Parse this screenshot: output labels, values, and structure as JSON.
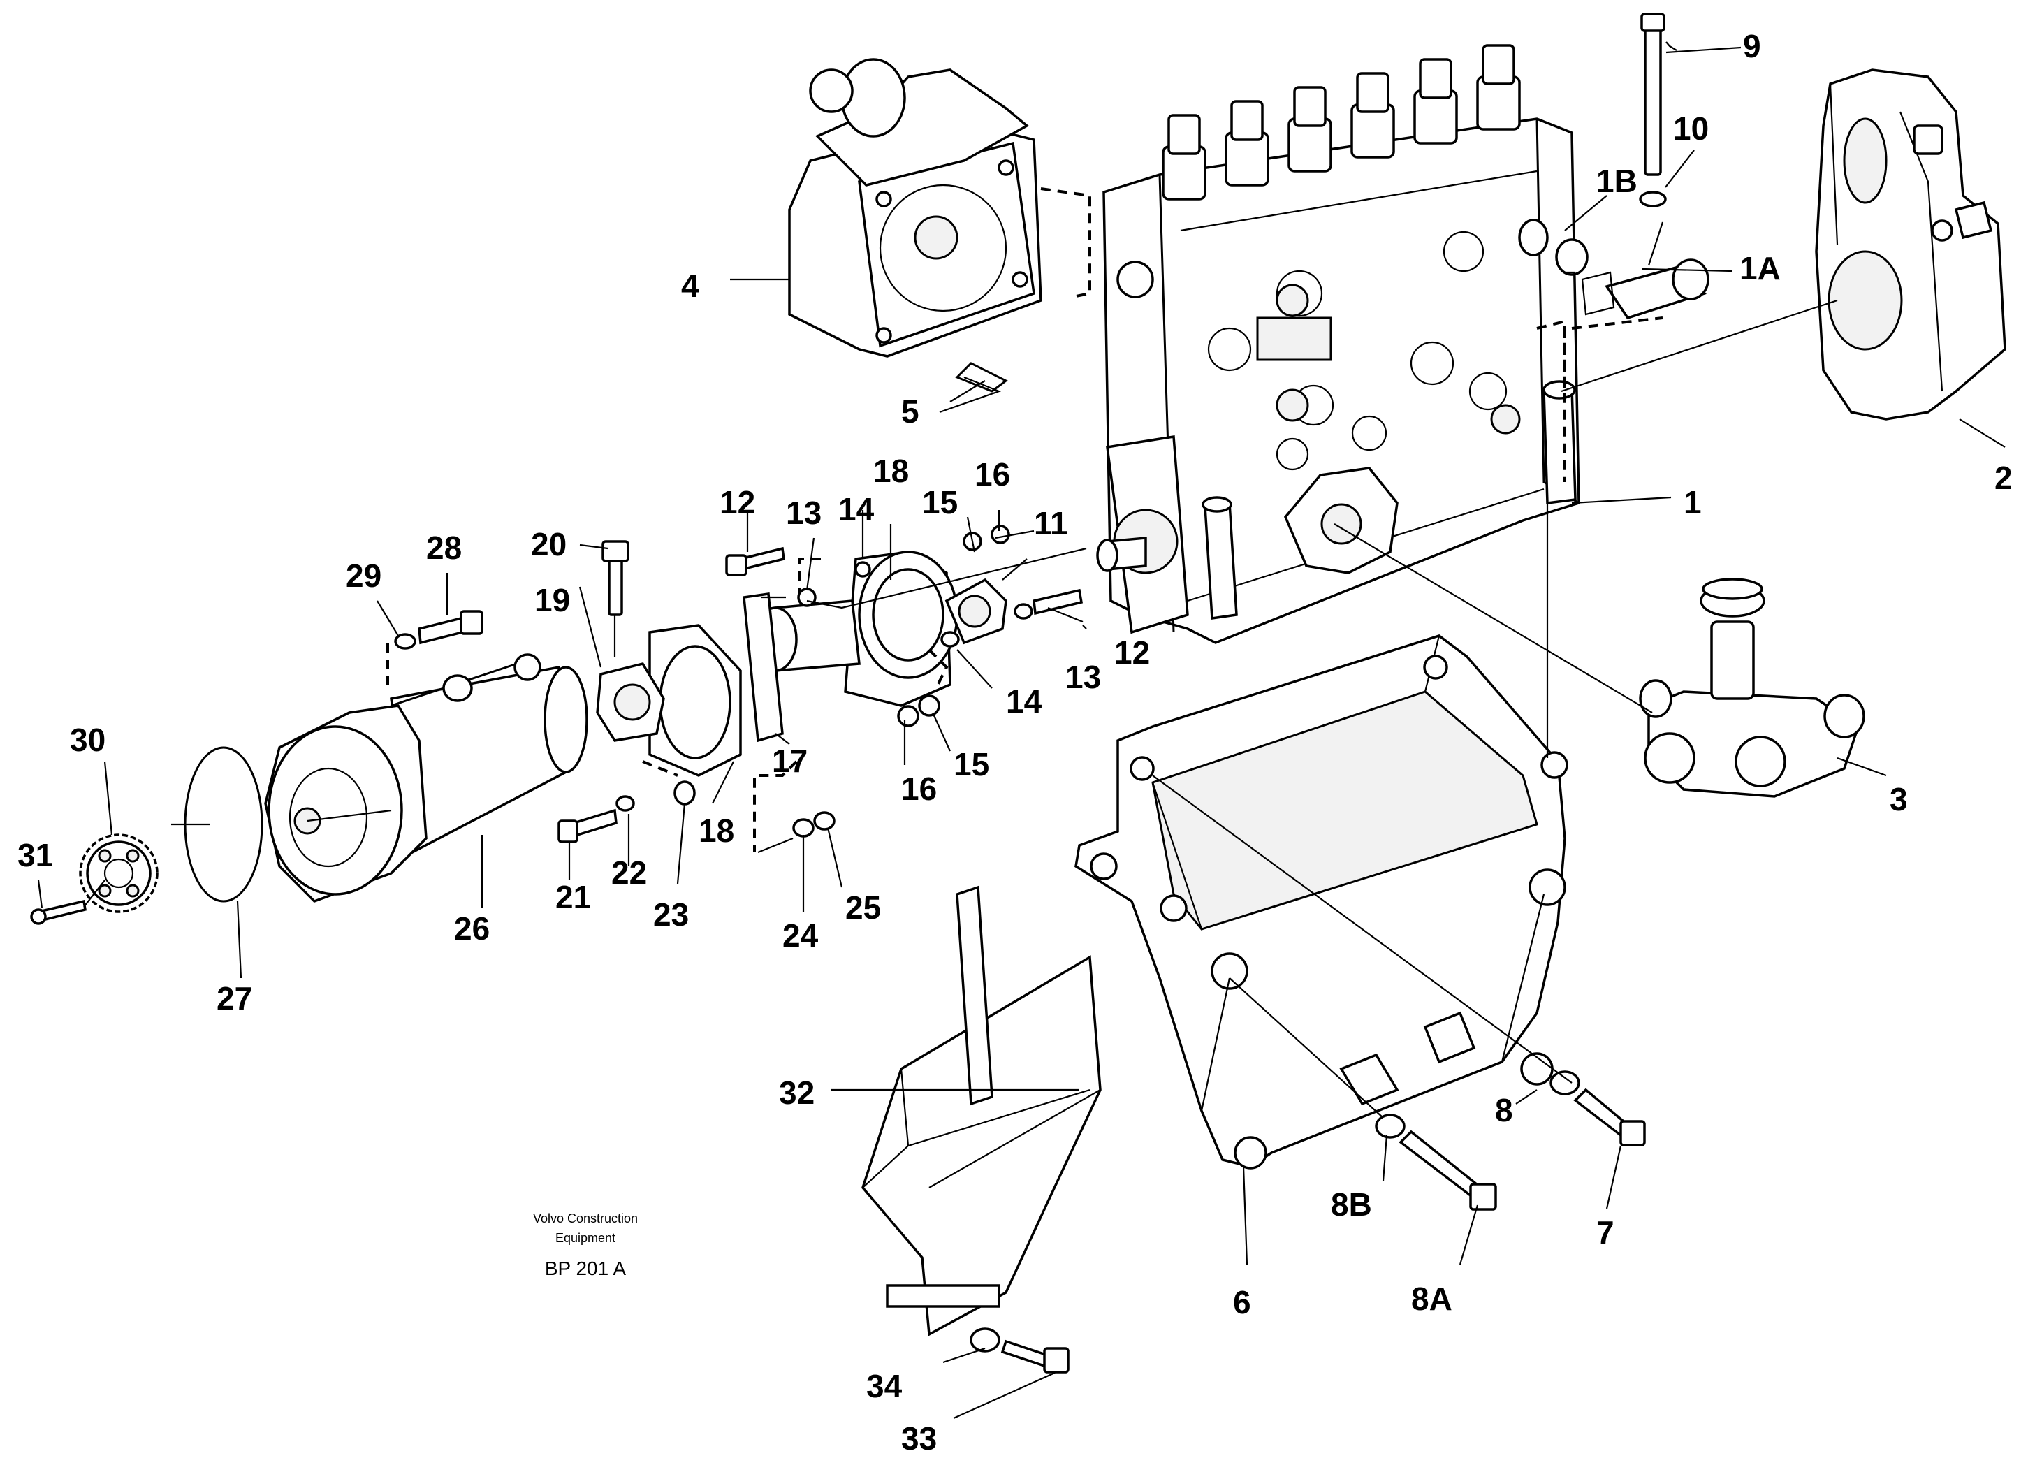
{
  "diagram": {
    "callouts": {
      "c1": "1",
      "c1A": "1A",
      "c1B": "1B",
      "c2": "2",
      "c3": "3",
      "c4": "4",
      "c5": "5",
      "c6": "6",
      "c7": "7",
      "c8": "8",
      "c8A": "8A",
      "c8B": "8B",
      "c9": "9",
      "c10": "10",
      "c11": "11",
      "c12a": "12",
      "c12b": "12",
      "c13a": "13",
      "c13b": "13",
      "c14a": "14",
      "c14b": "14",
      "c15a": "15",
      "c15b": "15",
      "c16a": "16",
      "c16b": "16",
      "c17": "17",
      "c18a": "18",
      "c18b": "18",
      "c19": "19",
      "c20": "20",
      "c21": "21",
      "c22": "22",
      "c23": "23",
      "c24": "24",
      "c25": "25",
      "c26": "26",
      "c27": "27",
      "c28": "28",
      "c29": "29",
      "c30": "30",
      "c31": "31",
      "c32": "32",
      "c33": "33",
      "c34": "34"
    },
    "credit": {
      "line1": "Volvo Construction",
      "line2": "Equipment",
      "code": "BP 201 A"
    }
  }
}
